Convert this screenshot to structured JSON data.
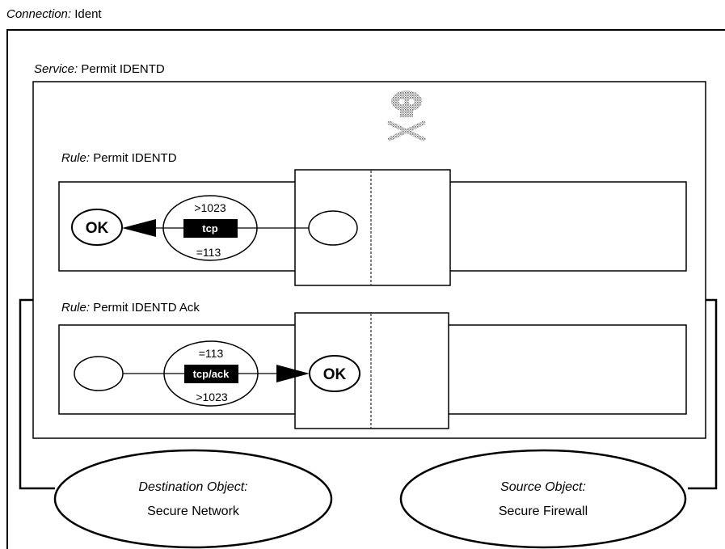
{
  "connection": {
    "label": "Connection:",
    "name": "Ident"
  },
  "service": {
    "label": "Service:",
    "name": "Permit IDENTD"
  },
  "rules": [
    {
      "label": "Rule:",
      "name": "Permit IDENTD",
      "ok_text": "OK",
      "protocol": "tcp",
      "port_top": ">1023",
      "port_bottom": "=113"
    },
    {
      "label": "Rule:",
      "name": "Permit IDENTD Ack",
      "ok_text": "OK",
      "protocol": "tcp/ack",
      "port_top": "=113",
      "port_bottom": ">1023"
    }
  ],
  "objects": {
    "destination": {
      "label": "Destination Object:",
      "name": "Secure Network"
    },
    "source": {
      "label": "Source Object:",
      "name": "Secure Firewall"
    }
  },
  "icons": {
    "service_icon": "skull-crossbones-icon",
    "arrow_icon": "arrowhead-icon"
  },
  "colors": {
    "ink": "#000000",
    "background": "#ffffff",
    "pattern_gray": "#8a8a8a"
  }
}
